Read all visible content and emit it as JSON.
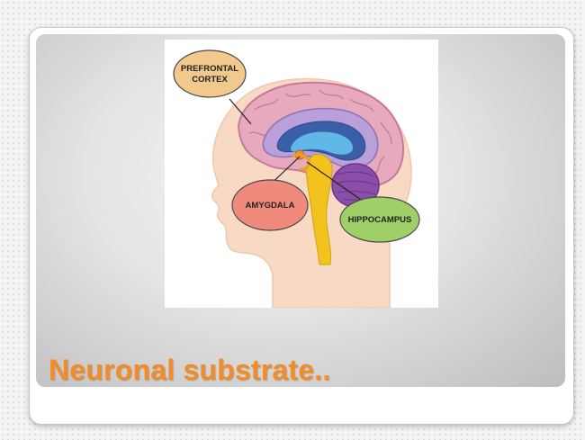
{
  "slide": {
    "title": "Neuronal substrate.."
  },
  "diagram": {
    "labels": {
      "prefrontal_line1": "PREFRONTAL",
      "prefrontal_line2": "CORTEX",
      "amygdala": "AMYGDALA",
      "hippocampus": "HIPPOCAMPUS"
    },
    "colors": {
      "prefrontal_bubble": "#f2c98c",
      "amygdala_bubble": "#f08a7c",
      "hippocampus_bubble": "#9ed067",
      "title": "#f08c2a"
    }
  }
}
